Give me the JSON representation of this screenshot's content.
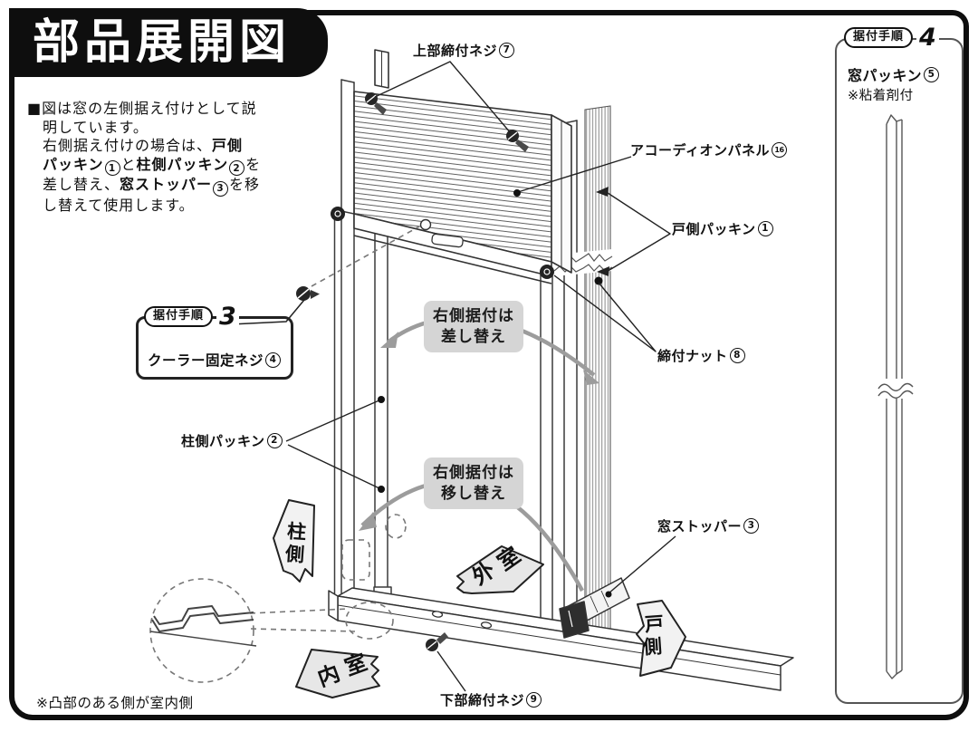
{
  "title": "部品展開図",
  "note": {
    "lines": [
      [
        {
          "t": "■図は窓の左側据え付けとして説"
        }
      ],
      [
        {
          "t": "明しています。"
        }
      ],
      [
        {
          "t": "右側据え付けの場合は、"
        },
        {
          "t": "戸側",
          "b": true
        }
      ],
      [
        {
          "t": "パッキン",
          "b": true
        },
        {
          "c": "1"
        },
        {
          "t": "と"
        },
        {
          "t": "柱側パッキン",
          "b": true
        },
        {
          "c": "2"
        },
        {
          "t": "を"
        }
      ],
      [
        {
          "t": "差し替え、"
        },
        {
          "t": "窓ストッパー",
          "b": true
        },
        {
          "c": "3"
        },
        {
          "t": "を移"
        }
      ],
      [
        {
          "t": "し替えて使用します。"
        }
      ]
    ]
  },
  "labels": {
    "upper_screw": {
      "text": "上部締付ネジ",
      "num": "7"
    },
    "accordion": {
      "text": "アコーディオンパネル",
      "num": "16"
    },
    "door_packing": {
      "text": "戸側パッキン",
      "num": "1"
    },
    "nut": {
      "text": "締付ナット",
      "num": "8"
    },
    "pillar_packing": {
      "text": "柱側パッキン",
      "num": "2"
    },
    "stopper": {
      "text": "窓ストッパー",
      "num": "3"
    },
    "lower_screw": {
      "text": "下部締付ネジ",
      "num": "9"
    },
    "bottom_note": "※凸部のある側が室内側"
  },
  "step3_box": {
    "pill": "据付手順",
    "step": "3",
    "label": "クーラー固定ネジ",
    "num": "4"
  },
  "side_panel": {
    "pill": "据付手順",
    "step": "4",
    "label": "窓パッキン",
    "num": "5",
    "sub": "※粘着剤付"
  },
  "gray_boxes": {
    "swap": {
      "line1": "右側据付は",
      "line2": "差し替え"
    },
    "move": {
      "line1": "右側据付は",
      "line2": "移し替え"
    }
  },
  "arrows": {
    "pillar": {
      "chars": [
        "柱",
        "側"
      ]
    },
    "door": {
      "chars": [
        "戸",
        "側"
      ]
    },
    "outdoor": {
      "chars": [
        "外",
        "室"
      ]
    },
    "indoor": {
      "chars": [
        "内",
        "室"
      ]
    }
  },
  "colors": {
    "frame_black": "#0e0e0e",
    "line": "#3a3a3a",
    "gray_box": "#d5d5d5",
    "gray_arrow": "#9c9c9c"
  }
}
